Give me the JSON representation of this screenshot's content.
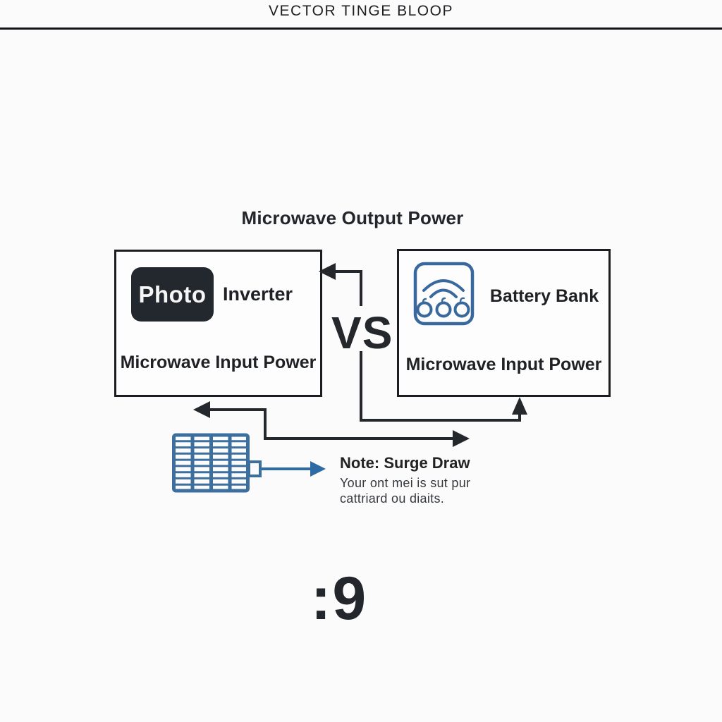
{
  "header": {
    "title": "VECTOR TINGE BLOOP"
  },
  "diagram": {
    "title": "Microwave Output Power",
    "vs": "VS",
    "left_box": {
      "badge_label": "Photo",
      "name": "Inverter",
      "caption": "Microwave Input Power"
    },
    "right_box": {
      "icon": "battery-bank-icon",
      "name": "Battery Bank",
      "caption": "Microwave Input Power"
    },
    "solar": {
      "icon": "solar-panel-icon"
    },
    "note": {
      "heading": "Note: Surge Draw",
      "line1": "Your ont mei is sut pur",
      "line2": "cattriard ou diaits."
    },
    "footer_mark": ":9",
    "colors": {
      "accent_blue": "#3a6e9e",
      "arrow_blue": "#2e6ba4",
      "line_dark": "#24272c",
      "badge_bg": "#23272e"
    }
  }
}
